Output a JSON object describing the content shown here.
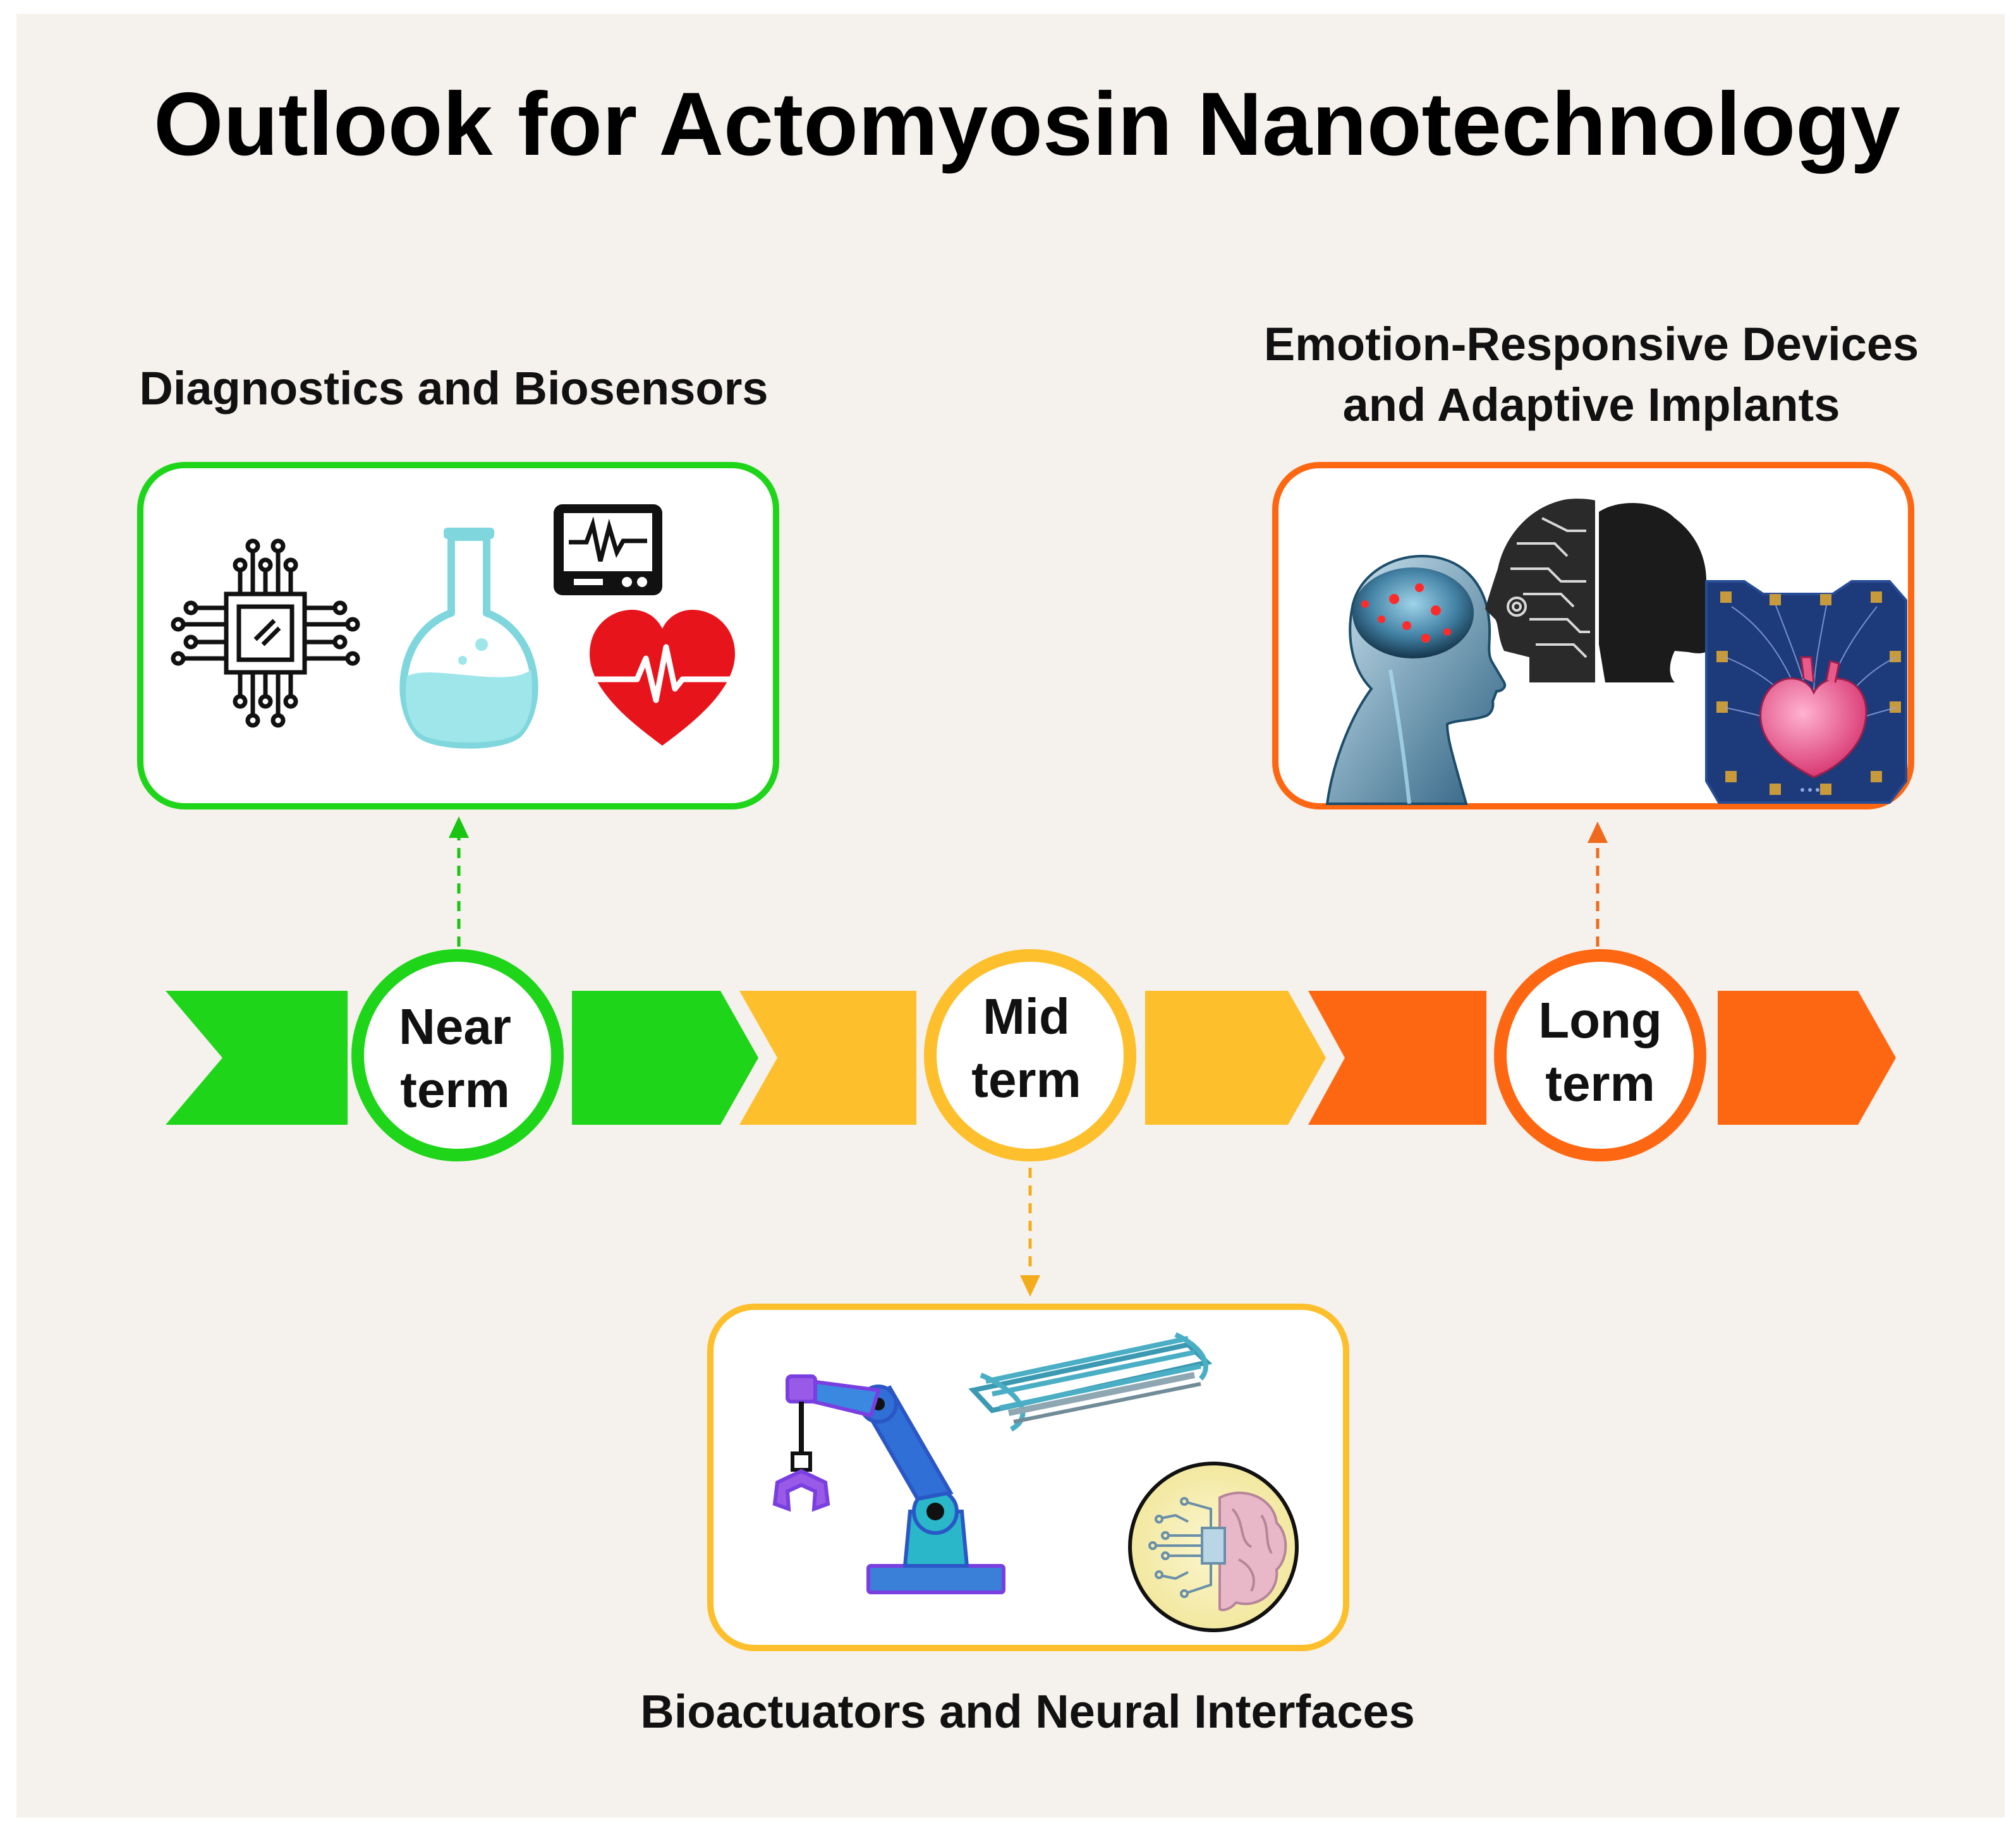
{
  "title": "Outlook for Actomyosin Nanotechnology",
  "colors": {
    "background": "#f5f1ec",
    "near": "#1ed51a",
    "mid": "#fdbf2b",
    "long": "#fe6712",
    "arrow_near": "#18c510",
    "arrow_mid": "#f4ad1a",
    "arrow_long": "#f06a1e"
  },
  "stages": [
    {
      "id": "near",
      "line1": "Near",
      "line2": "term",
      "caption": "Diagnostics and Biosensors",
      "icons": [
        "microchip-icon",
        "flask-icon",
        "monitor-ecg-icon",
        "heart-pulse-icon"
      ]
    },
    {
      "id": "mid",
      "line1": "Mid",
      "line2": "term",
      "caption": "Bioactuators and Neural Interfaces",
      "icons": [
        "robotic-arm-icon",
        "actuator-mesh-icon",
        "brain-circuit-icon"
      ]
    },
    {
      "id": "long",
      "line1": "Long",
      "line2": "term",
      "caption_line1": "Emotion-Responsive Devices",
      "caption_line2": "and Adaptive Implants",
      "icons": [
        "human-brain-image",
        "ai-human-heads-image",
        "heart-implant-image"
      ]
    }
  ]
}
